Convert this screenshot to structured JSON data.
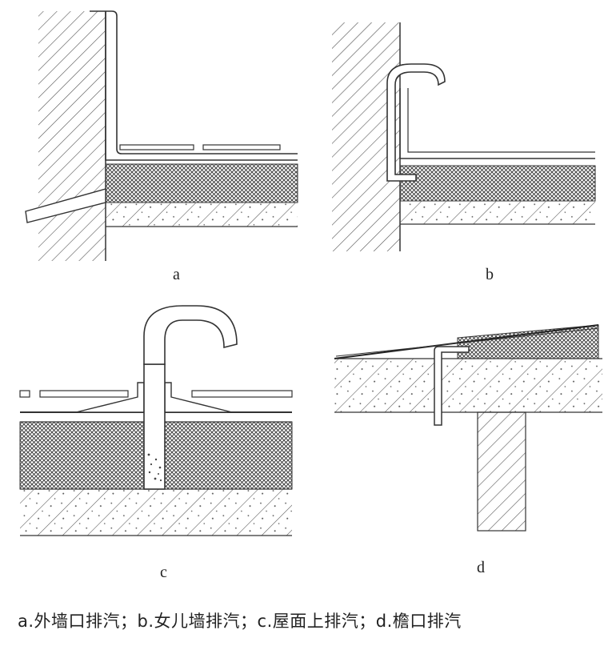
{
  "panels": [
    {
      "id": "a",
      "label": "a"
    },
    {
      "id": "b",
      "label": "b"
    },
    {
      "id": "c",
      "label": "c"
    },
    {
      "id": "d",
      "label": "d"
    }
  ],
  "caption": "a.外墙口排汽；b.女儿墙排汽；c.屋面上排汽；d.檐口排汽",
  "colors": {
    "line": "#2a2a2a",
    "hatch": "#4a4a4a",
    "paper": "#ffffff"
  }
}
